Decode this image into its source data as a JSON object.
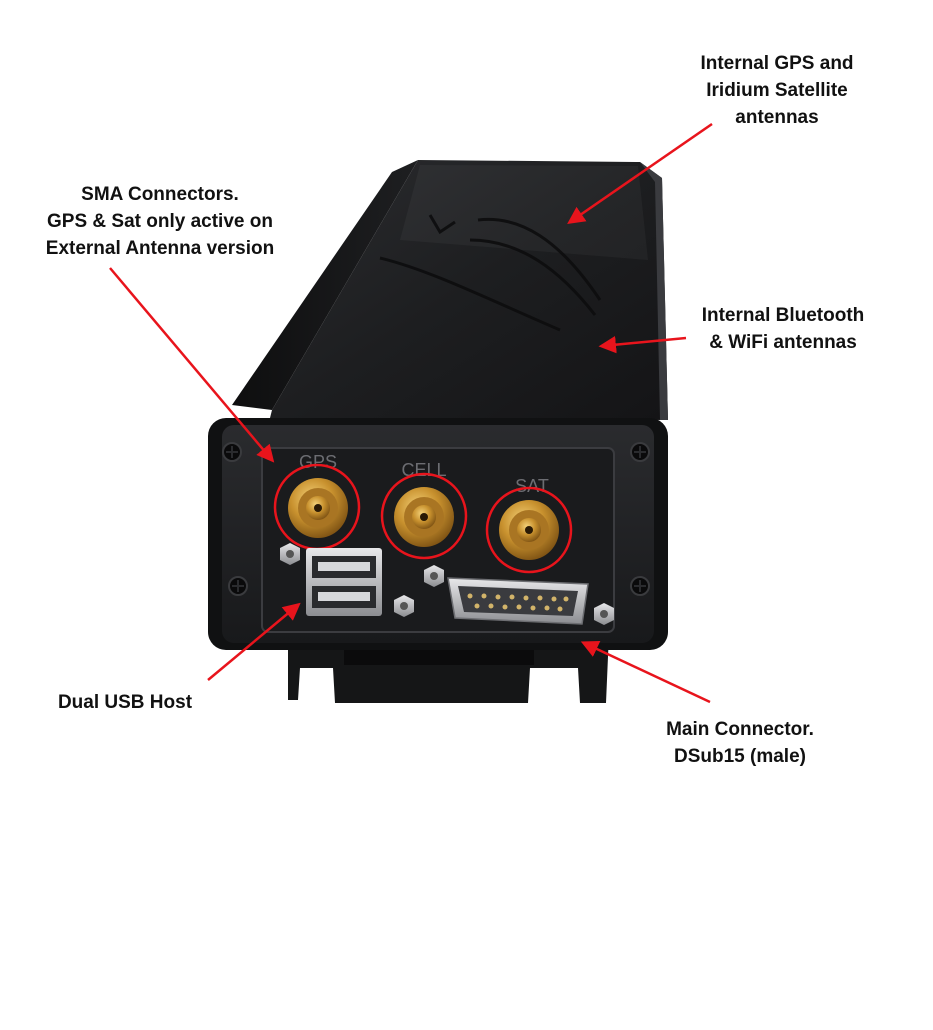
{
  "labels": {
    "gps_iridium": [
      "Internal GPS and",
      "Iridium Satellite",
      "antennas"
    ],
    "sma": [
      "SMA Connectors.",
      "GPS & Sat only active on",
      "External Antenna version"
    ],
    "bt_wifi": [
      "Internal Bluetooth",
      "& WiFi antennas"
    ],
    "usb": [
      "Dual USB Host"
    ],
    "main_connector": [
      "Main Connector.",
      "DSub15 (male)"
    ]
  },
  "device": {
    "ports": [
      "GPS",
      "CELL",
      "SAT"
    ]
  },
  "colors": {
    "arrow": "#e8141c",
    "highlight_circle": "#e8141c",
    "housing": "#1b1c1e",
    "connector_gold": "#c8912e"
  }
}
